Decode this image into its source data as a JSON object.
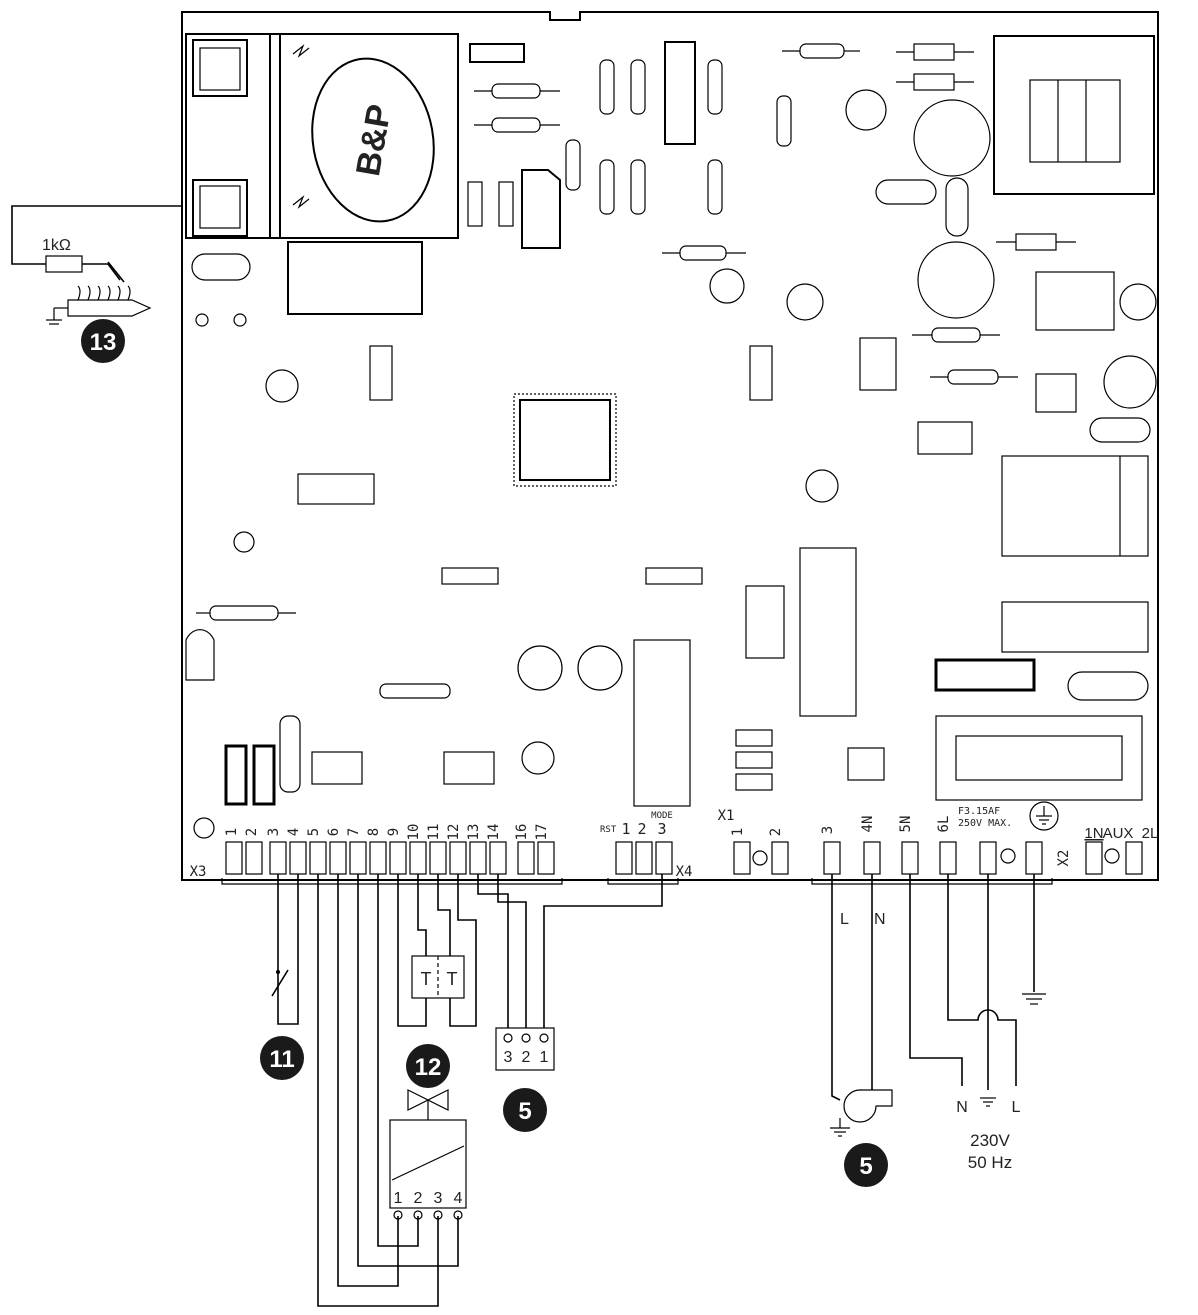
{
  "board": {
    "logo_text": "B&P",
    "strip_x3": "X3",
    "strip_x4": "X4",
    "strip_x1": "X1",
    "strip_x2": "X2",
    "rst_label": "RST",
    "mode_label": "MODE",
    "fuse_label_1": "F3.15AF",
    "fuse_label_2": "250V MAX.",
    "x3_terminals": [
      "1",
      "2",
      "3",
      "4",
      "5",
      "6",
      "7",
      "8",
      "9",
      "10",
      "11",
      "12",
      "13",
      "14",
      "16",
      "17"
    ],
    "x4_terminals": [
      "1",
      "2",
      "3"
    ],
    "x1_terminals": [
      "1",
      "2"
    ],
    "power_terminals": [
      "3",
      "4N",
      "5N",
      "6L"
    ],
    "x2_terminals": [
      "1N",
      "AUX",
      "2L"
    ]
  },
  "external": {
    "resistor_label": "1kΩ",
    "thermostat_letter": "T",
    "pump_terminals": [
      "3",
      "2",
      "1"
    ],
    "valve_terminals": [
      "1",
      "2",
      "3",
      "4"
    ],
    "wire_L": "L",
    "wire_N": "N",
    "mains_n": "N",
    "mains_l": "L",
    "supply_voltage": "230V",
    "supply_freq": "50 Hz"
  },
  "badges": {
    "ignition": "13",
    "room_switch": "11",
    "valve": "12",
    "pump_low": "5",
    "fan": "5"
  },
  "colors": {
    "ink": "#000000",
    "badge_fill": "#1a1a1a",
    "paper": "#ffffff",
    "label_grey": "#333333"
  }
}
